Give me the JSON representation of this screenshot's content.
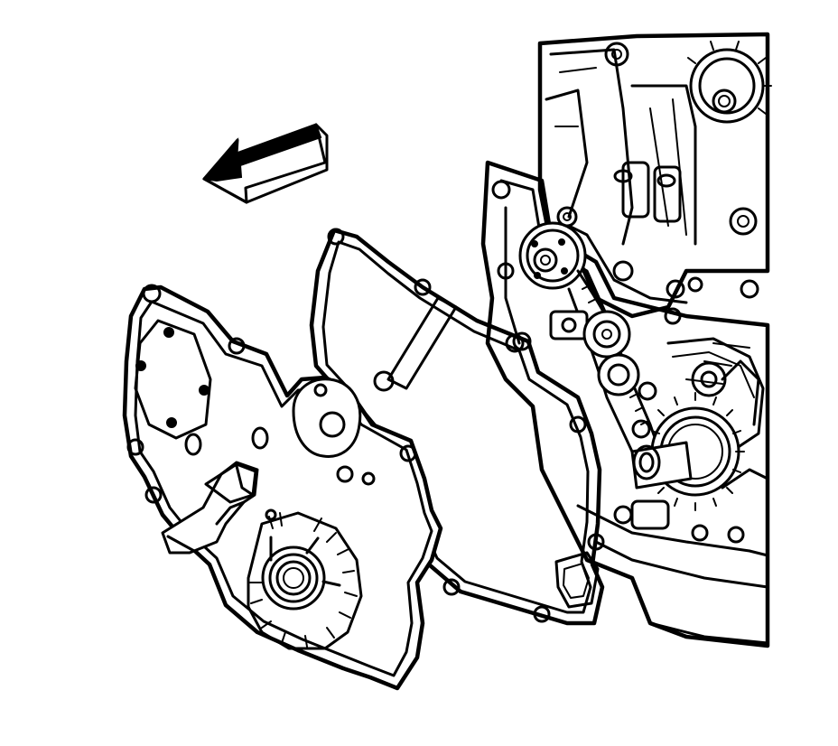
{
  "diagram": {
    "kind": "exploded-view line illustration",
    "line_color": "#000000",
    "background_color": "#ffffff",
    "components": [
      {
        "id": "engine-front",
        "icon": "engine-block"
      },
      {
        "id": "camshaft-sprocket",
        "icon": "sprocket"
      },
      {
        "id": "crankshaft-sprocket",
        "icon": "sprocket"
      },
      {
        "id": "timing-chain",
        "icon": "chain"
      },
      {
        "id": "front-cover-gasket",
        "icon": "gasket"
      },
      {
        "id": "engine-front-cover",
        "icon": "cover"
      },
      {
        "id": "front-crankshaft-seal",
        "icon": "seal"
      },
      {
        "id": "direction-arrow",
        "icon": "arrow-left"
      }
    ]
  }
}
